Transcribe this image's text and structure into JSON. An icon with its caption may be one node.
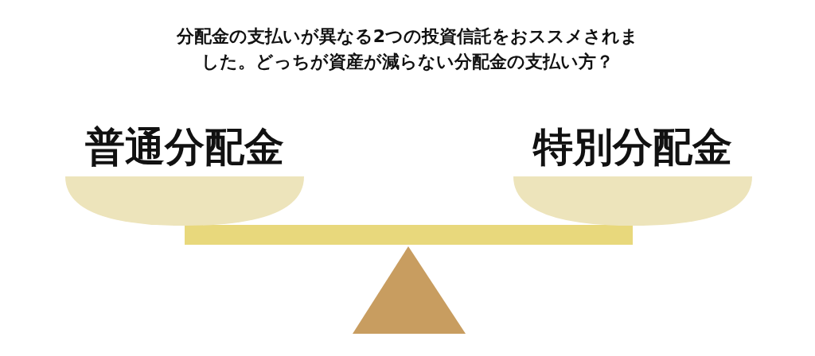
{
  "diagram": {
    "title": "分配金の支払いが異なる2つの投資信託をおススメされました。どっちが資産が減らない分配金の支払い方？",
    "nodes": [
      {
        "text": [
          "普通分配金"
        ]
      },
      {
        "text": [
          "特別分配金"
        ]
      }
    ]
  }
}
